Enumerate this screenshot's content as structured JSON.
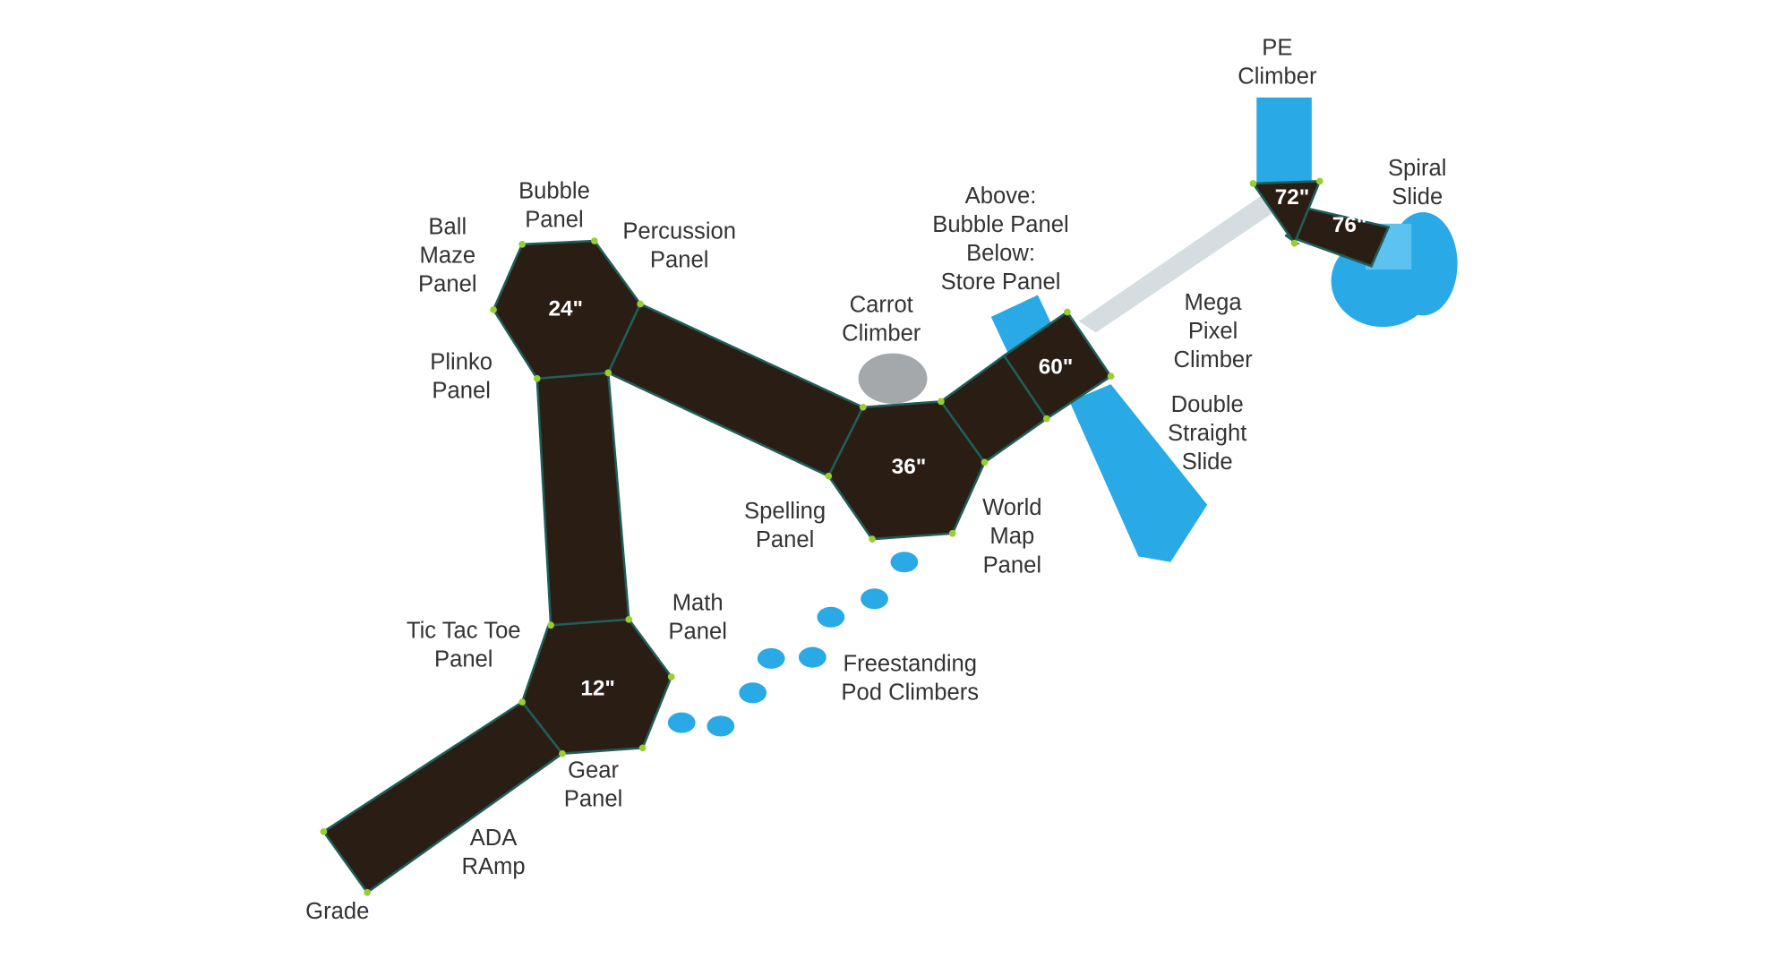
{
  "heights": {
    "h12": "12\"",
    "h24": "24\"",
    "h36": "36\"",
    "h60": "60\"",
    "h72": "72\"",
    "h76": "76\""
  },
  "labels": {
    "pe_climber": [
      "PE",
      "Climber"
    ],
    "spiral_slide": [
      "Spiral",
      "Slide"
    ],
    "bubble_panel": [
      "Bubble",
      "Panel"
    ],
    "percussion_panel": [
      "Percussion",
      "Panel"
    ],
    "ball_maze_panel": [
      "Ball",
      "Maze",
      "Panel"
    ],
    "plinko_panel": [
      "Plinko",
      "Panel"
    ],
    "above_below": [
      "Above:",
      "Bubble Panel",
      "Below:",
      "Store Panel"
    ],
    "carrot_climber": [
      "Carrot",
      "Climber"
    ],
    "mega_pixel_climber": [
      "Mega",
      "Pixel",
      "Climber"
    ],
    "double_straight_slide": [
      "Double",
      "Straight",
      "Slide"
    ],
    "spelling_panel": [
      "Spelling",
      "Panel"
    ],
    "world_map_panel": [
      "World",
      "Map",
      "Panel"
    ],
    "math_panel": [
      "Math",
      "Panel"
    ],
    "freestanding_pod_climbers": [
      "Freestanding",
      "Pod Climbers"
    ],
    "tic_tac_toe_panel": [
      "Tic Tac Toe",
      "Panel"
    ],
    "gear_panel": [
      "Gear",
      "Panel"
    ],
    "ada_ramp": [
      "ADA",
      "RAmp"
    ],
    "grade": [
      "Grade"
    ]
  },
  "colors": {
    "deck": "#2a1d14",
    "accent_blue": "#29a9e6",
    "post": "#9acd32"
  }
}
